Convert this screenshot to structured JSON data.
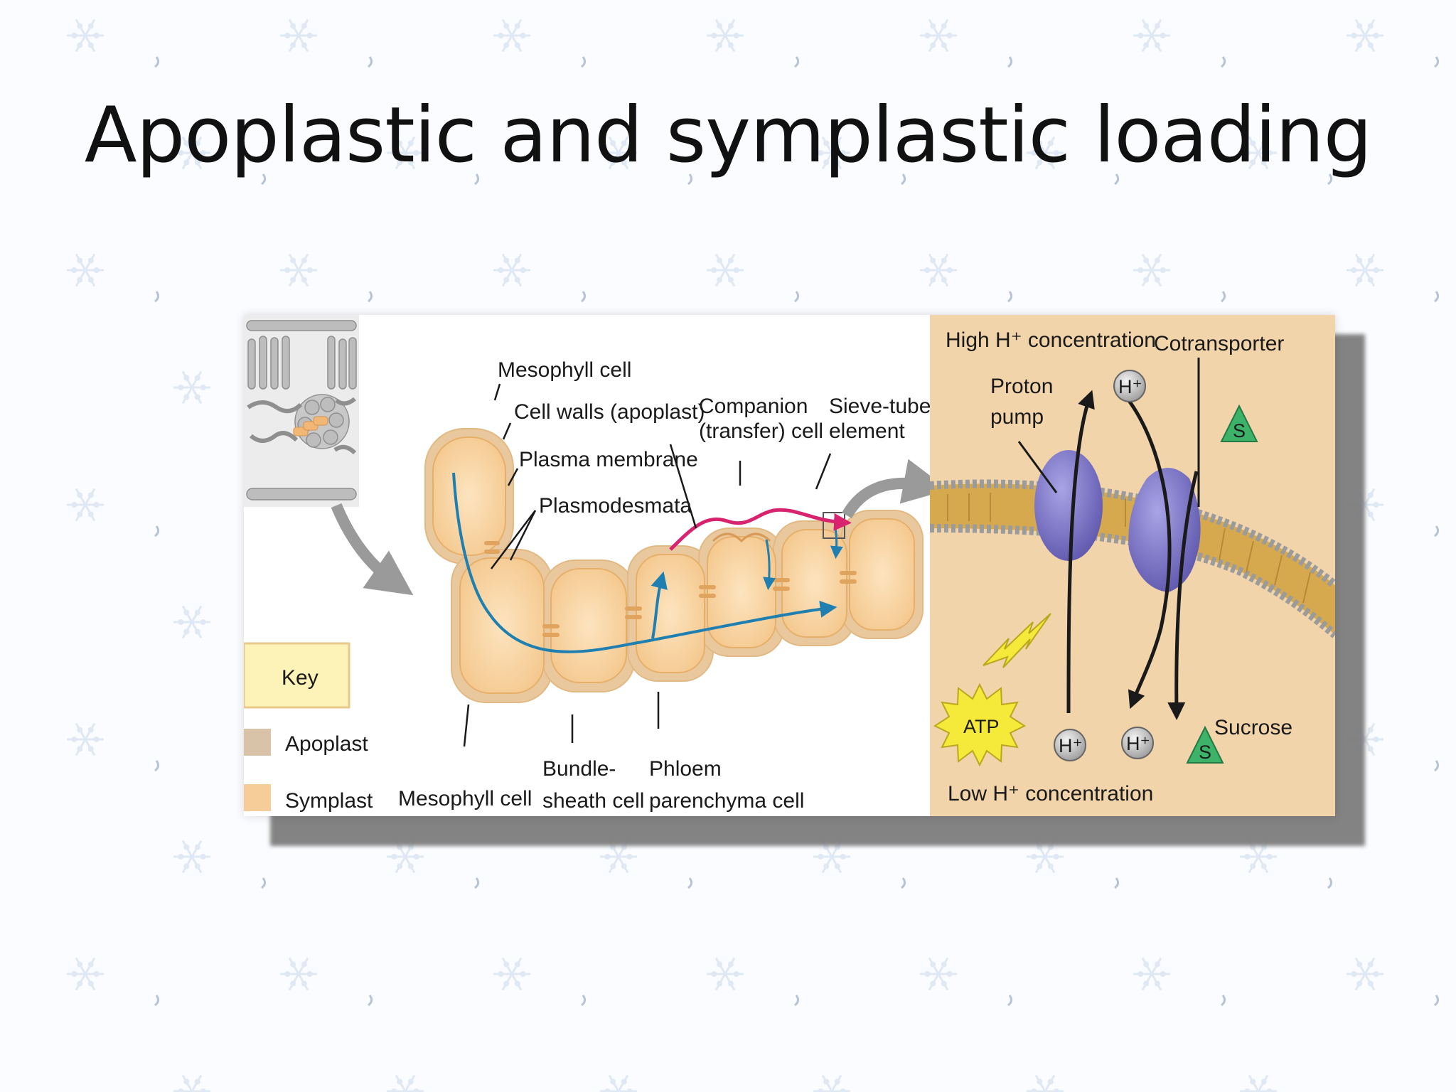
{
  "slide": {
    "title": "Apoplastic and symplastic loading"
  },
  "colors": {
    "background": "#fbfcff",
    "snowflake": "#c9d8ea",
    "apoplast": "#d9c3a8",
    "symplast": "#f6cc98",
    "key_box": "#fdf3b8",
    "membrane": "#c9a24c",
    "protein": "#7a74c4",
    "sucrose_marker": "#3db36a",
    "symplastic_route": "#1f7fb0",
    "apoplastic_route": "#d8246e",
    "right_panel_bg": "#f2d4aa"
  },
  "diagram": {
    "labels": {
      "mesophyll_top": "Mesophyll cell",
      "cell_walls": "Cell walls (apoplast)",
      "plasma_membrane": "Plasma membrane",
      "plasmodesmata": "Plasmodesmata",
      "companion_1": "Companion",
      "companion_2": "(transfer) cell",
      "sieve_1": "Sieve-tube",
      "sieve_2": "element",
      "mesophyll_bottom": "Mesophyll cell",
      "bundle_1": "Bundle-",
      "bundle_2": "sheath cell",
      "phloem_1": "Phloem",
      "phloem_2": "parenchyma cell"
    },
    "key": {
      "title": "Key",
      "apoplast": "Apoplast",
      "symplast": "Symplast"
    },
    "right_panel": {
      "high_h": "High H⁺ concentration",
      "cotransporter": "Cotransporter",
      "proton_1": "Proton",
      "proton_2": "pump",
      "h_ion": "H⁺",
      "s": "S",
      "atp": "ATP",
      "sucrose": "Sucrose",
      "low_h": "Low H⁺ concentration"
    }
  }
}
